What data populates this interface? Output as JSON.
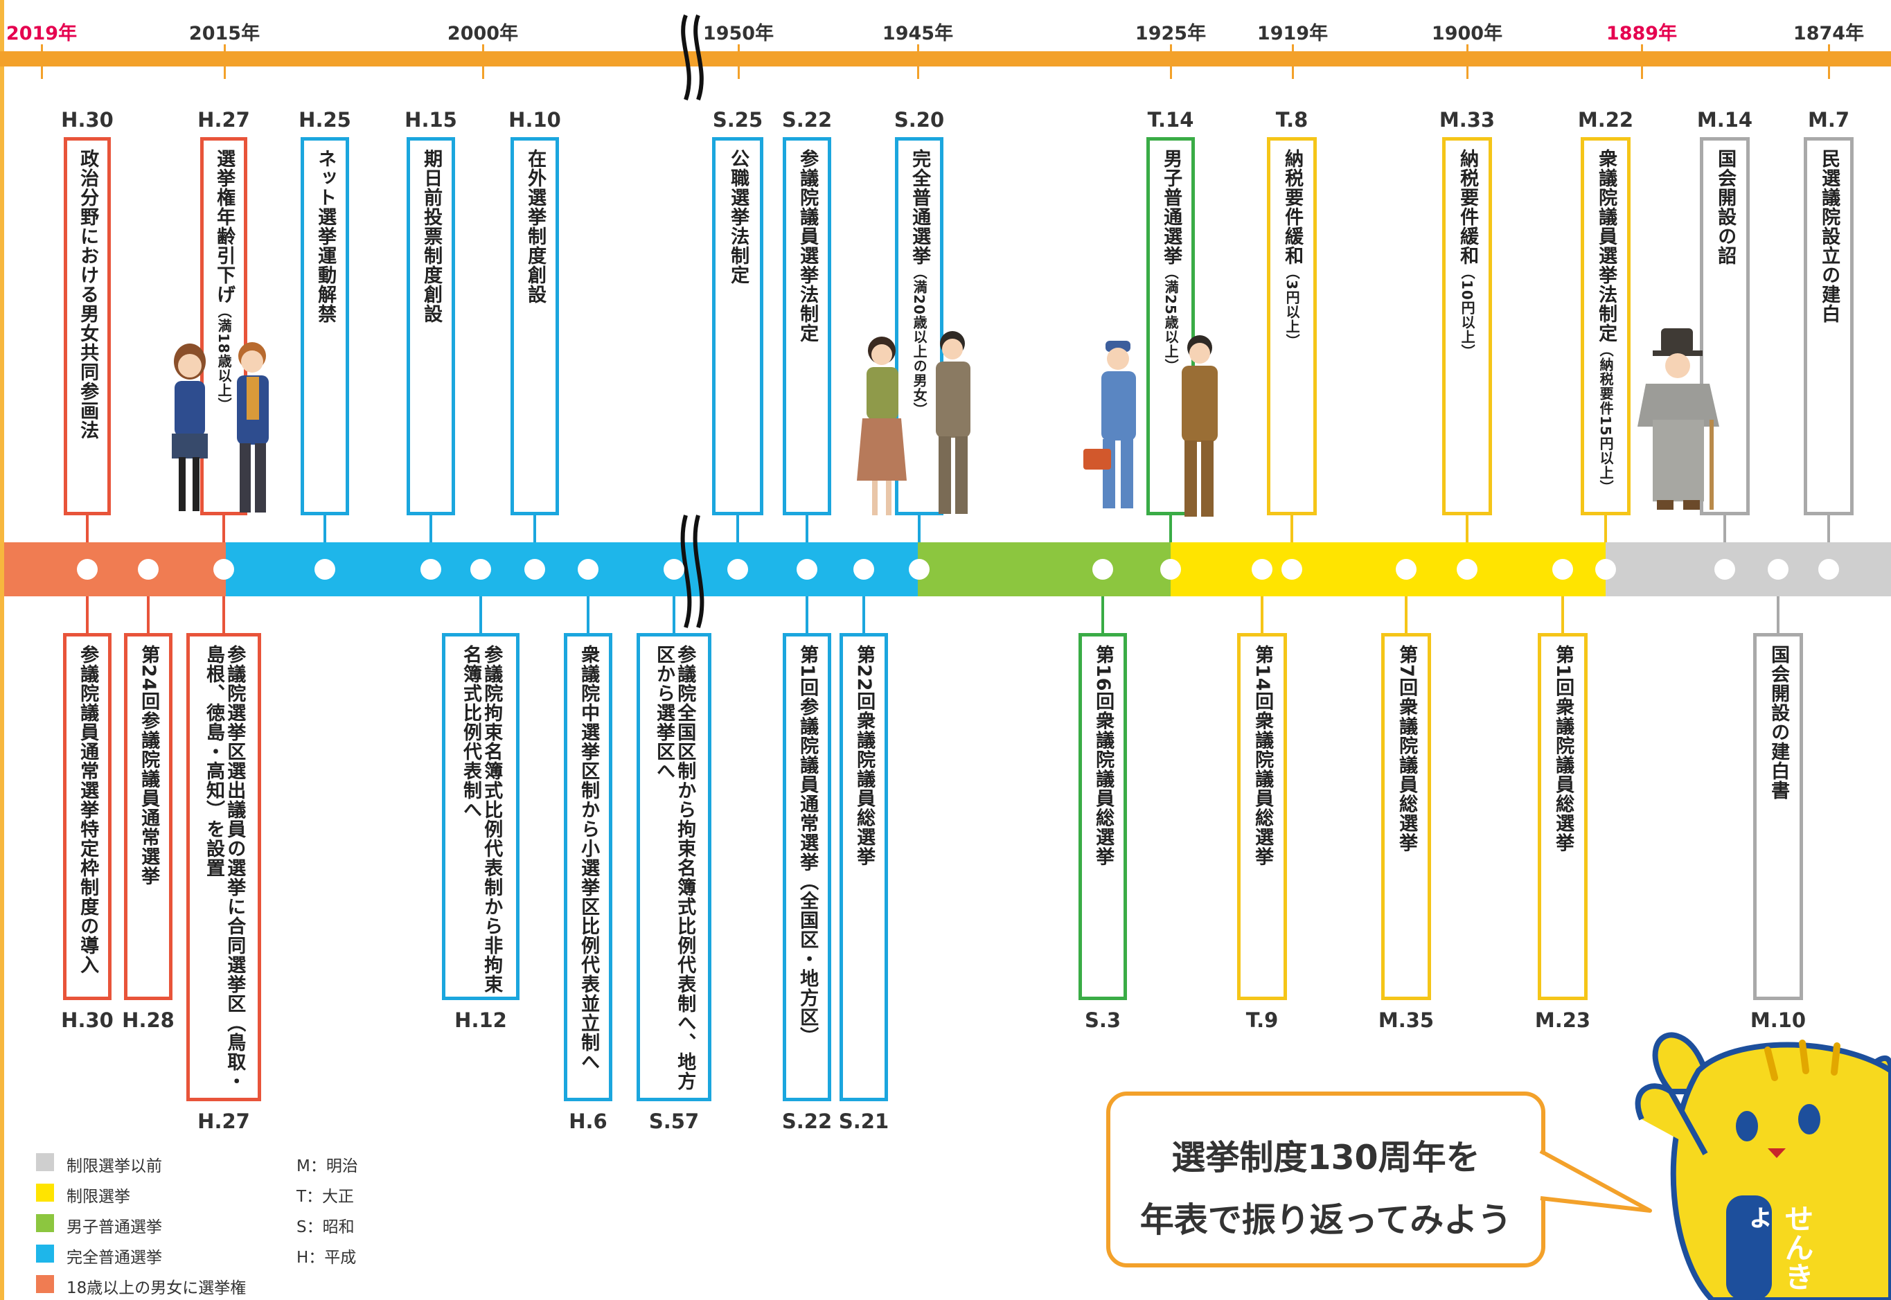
{
  "top_years": [
    {
      "label": "2019年",
      "red": true
    },
    {
      "label": "2015年",
      "red": false
    },
    {
      "label": "2000年",
      "red": false
    },
    {
      "label": "1950年",
      "red": false
    },
    {
      "label": "1945年",
      "red": false
    },
    {
      "label": "1925年",
      "red": false
    },
    {
      "label": "1919年",
      "red": false
    },
    {
      "label": "1900年",
      "red": false
    },
    {
      "label": "1889年",
      "red": true
    },
    {
      "label": "1874年",
      "red": false
    }
  ],
  "periods": [
    {
      "name": "18歳以上の男女に選挙権",
      "color": "#f07c52"
    },
    {
      "name": "完全普通選挙",
      "color": "#1eb6ea"
    },
    {
      "name": "男子普通選挙",
      "color": "#8cc63f"
    },
    {
      "name": "制限選挙",
      "color": "#ffe400"
    },
    {
      "name": "制限選挙以前",
      "color": "#cfcfcf"
    }
  ],
  "upper_events": [
    {
      "era": "H.30",
      "text": "政治分野における男女共同参画法",
      "color": "#e8543a"
    },
    {
      "era": "H.27",
      "text": "選挙権年齢引下げ",
      "note": "（満18歳以上）",
      "color": "#e8543a"
    },
    {
      "era": "H.25",
      "text": "ネット選挙運動解禁",
      "color": "#1ba6de"
    },
    {
      "era": "H.15",
      "text": "期日前投票制度創設",
      "color": "#1ba6de"
    },
    {
      "era": "H.10",
      "text": "在外選挙制度創設",
      "color": "#1ba6de"
    },
    {
      "era": "S.25",
      "text": "公職選挙法制定",
      "color": "#1ba6de"
    },
    {
      "era": "S.22",
      "text": "参議院議員選挙法制定",
      "color": "#1ba6de"
    },
    {
      "era": "S.20",
      "text": "完全普通選挙",
      "note": "（満20歳以上の男女）",
      "color": "#1ba6de"
    },
    {
      "era": "T.14",
      "text": "男子普通選挙",
      "note": "（満25歳以上）",
      "color": "#3aac46"
    },
    {
      "era": "T.8",
      "text": "納税要件緩和",
      "note": "（3円以上）",
      "color": "#f5c518"
    },
    {
      "era": "M.33",
      "text": "納税要件緩和",
      "note": "（10円以上）",
      "color": "#f5c518"
    },
    {
      "era": "M.22",
      "text": "衆議院議員選挙法制定",
      "note": "（納税要件15円以上）",
      "color": "#f5c518"
    },
    {
      "era": "M.14",
      "text": "国会開設の詔",
      "color": "#a9a9a9"
    },
    {
      "era": "M.7",
      "text": "民選議院設立の建白",
      "color": "#a9a9a9"
    }
  ],
  "lower_events": [
    {
      "era": "H.30",
      "text": "参議院議員通常選挙特定枠制度の導入",
      "color": "#e8543a"
    },
    {
      "era": "H.28",
      "text": "第24回参議院議員通常選挙",
      "color": "#e8543a"
    },
    {
      "era": "H.27",
      "text": "参議院選挙区選出議員の選挙に合同選挙区（鳥取・島根、徳島・高知）を設置",
      "color": "#e8543a"
    },
    {
      "era": "H.12",
      "text": "参議院拘束名簿式比例代表制から非拘束名簿式比例代表制へ",
      "color": "#1ba6de"
    },
    {
      "era": "H.6",
      "text": "衆議院中選挙区制から小選挙区比例代表並立制へ",
      "color": "#1ba6de"
    },
    {
      "era": "S.57",
      "text": "参議院全国区制から拘束名簿式比例代表制へ、地方区から選挙区へ",
      "color": "#1ba6de"
    },
    {
      "era": "S.22",
      "text": "第1回参議院議員通常選挙（全国区・地方区）",
      "color": "#1ba6de"
    },
    {
      "era": "S.21",
      "text": "第22回衆議院議員総選挙",
      "color": "#1ba6de"
    },
    {
      "era": "S.3",
      "text": "第16回衆議院議員総選挙",
      "color": "#3aac46"
    },
    {
      "era": "T.9",
      "text": "第14回衆議院議員総選挙",
      "color": "#f5c518"
    },
    {
      "era": "M.35",
      "text": "第7回衆議院議員総選挙",
      "color": "#f5c518"
    },
    {
      "era": "M.23",
      "text": "第1回衆議院議員総選挙",
      "color": "#f5c518"
    },
    {
      "era": "M.10",
      "text": "国会開設の建白書",
      "color": "#a9a9a9"
    }
  ],
  "legend": [
    {
      "label": "制限選挙以前",
      "color": "#cfcfcf"
    },
    {
      "label": "制限選挙",
      "color": "#ffe400"
    },
    {
      "label": "男子普通選挙",
      "color": "#8cc63f"
    },
    {
      "label": "完全普通選挙",
      "color": "#1eb6ea"
    },
    {
      "label": "18歳以上の男女に選挙権",
      "color": "#f07c52"
    }
  ],
  "era_key": [
    "M：明治",
    "T：大正",
    "S：昭和",
    "H：平成"
  ],
  "speech_bubble": {
    "line1": "選挙制度130周年を",
    "line2": "年表で振り返ってみよう"
  },
  "mascot_label": "せんきょ"
}
